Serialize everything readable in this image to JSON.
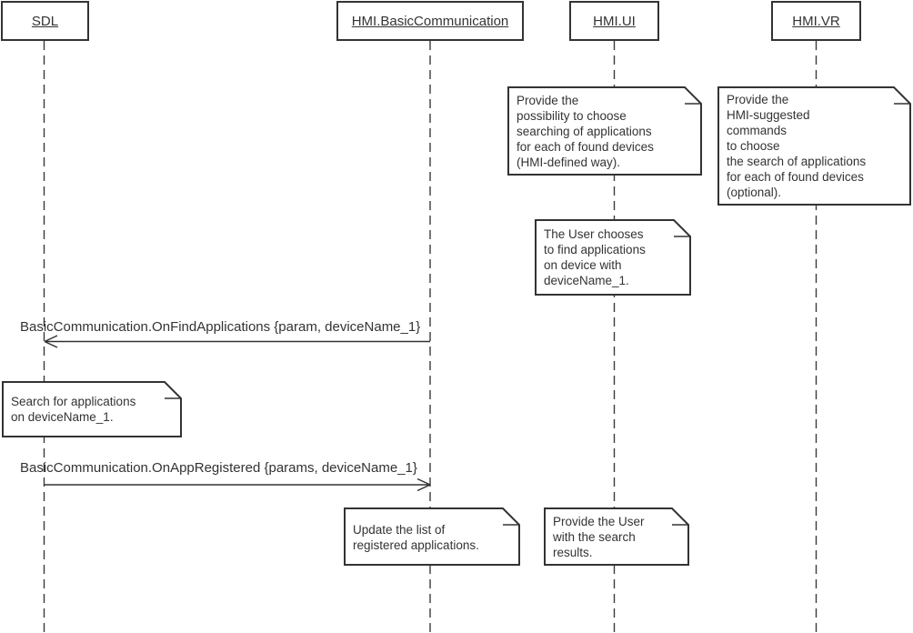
{
  "diagram": {
    "type": "sequence",
    "participants": [
      {
        "label": "SDL"
      },
      {
        "label": "HMI.BasicCommunication"
      },
      {
        "label": "HMI.UI"
      },
      {
        "label": "HMI.VR"
      }
    ],
    "messages": [
      {
        "from": "HMI.BasicCommunication",
        "to": "SDL",
        "label": "BasicCommunication.OnFindApplications {param, deviceName_1}"
      },
      {
        "from": "SDL",
        "to": "HMI.BasicCommunication",
        "label": "BasicCommunication.OnAppRegistered {params, deviceName_1}"
      }
    ],
    "notes": [
      {
        "on": "HMI.UI",
        "text": "Provide the\npossibility to choose\nsearching of applications\nfor each of found devices\n(HMI-defined way)."
      },
      {
        "on": "HMI.VR",
        "text": "Provide the\nHMI-suggested\ncommands\nto choose\nthe search of applications\nfor each of found devices\n(optional)."
      },
      {
        "on": "HMI.UI",
        "text": "The User chooses\nto find applications\non device with\ndeviceName_1."
      },
      {
        "on": "SDL",
        "text": "Search for applications\non deviceName_1."
      },
      {
        "on": "HMI.BasicCommunication",
        "text": "Update the list of\nregistered applications."
      },
      {
        "on": "HMI.UI",
        "text": "Provide the User\nwith the search\nresults."
      }
    ],
    "colors": {
      "line": "#333333",
      "text": "#333333",
      "background": "#ffffff"
    }
  }
}
